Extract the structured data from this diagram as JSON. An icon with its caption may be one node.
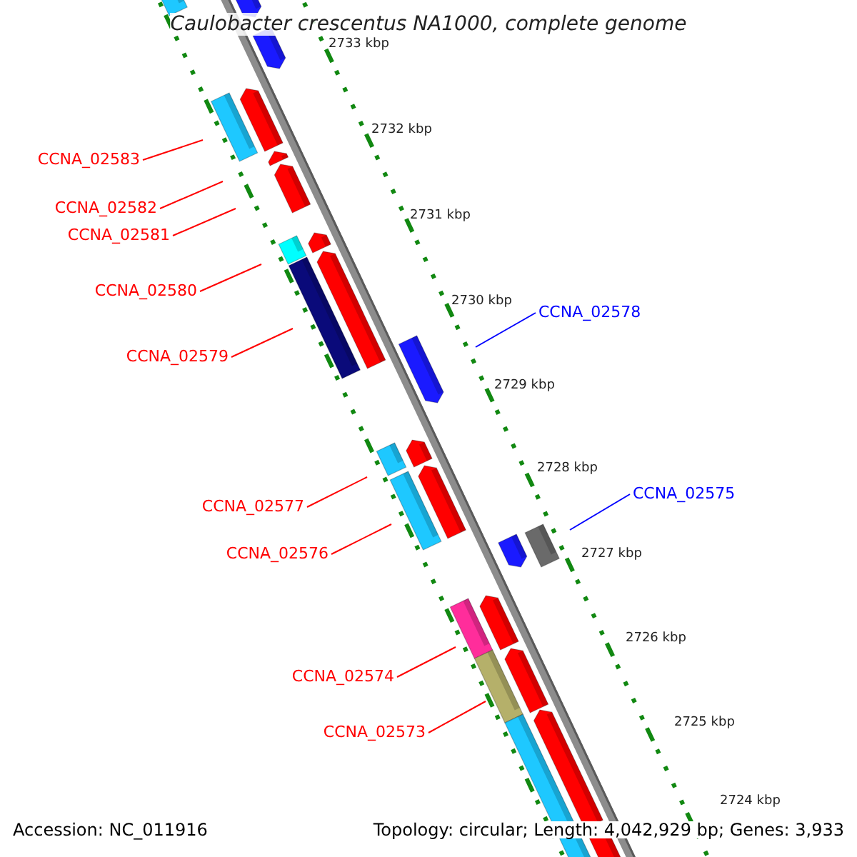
{
  "diagram": {
    "title": "Caulobacter crescentus NA1000, complete genome",
    "nodes": [
      {
        "text": [
          "CCNA_02583"
        ]
      },
      {
        "text": [
          "CCNA_02582"
        ]
      },
      {
        "text": [
          "CCNA_02581"
        ]
      },
      {
        "text": [
          "CCNA_02580"
        ]
      },
      {
        "text": [
          "CCNA_02578"
        ]
      },
      {
        "text": [
          "CCNA_02579"
        ]
      },
      {
        "text": [
          "CCNA_02575"
        ]
      },
      {
        "text": [
          "CCNA_02577"
        ]
      },
      {
        "text": [
          "CCNA_02576"
        ]
      },
      {
        "text": [
          "CCNA_02574"
        ]
      },
      {
        "text": [
          "CCNA_02573"
        ]
      }
    ],
    "edges": [
      {
        "from": 0,
        "to": null,
        "arrow": "none"
      },
      {
        "from": 1,
        "to": null,
        "arrow": "none"
      },
      {
        "from": 2,
        "to": null,
        "arrow": "none"
      },
      {
        "from": 3,
        "to": null,
        "arrow": "none"
      },
      {
        "from": 4,
        "to": null,
        "arrow": "none",
        "color": "#0000ff"
      },
      {
        "from": 5,
        "to": null,
        "arrow": "none"
      },
      {
        "from": 6,
        "to": null,
        "arrow": "none",
        "color": "#0000ff"
      },
      {
        "from": 7,
        "to": null,
        "arrow": "none"
      },
      {
        "from": 8,
        "to": null,
        "arrow": "none"
      },
      {
        "from": 9,
        "to": null,
        "arrow": "none"
      },
      {
        "from": 10,
        "to": null,
        "arrow": "none"
      }
    ],
    "labels": [
      "2733 kbp",
      "2732 kbp",
      "2731 kbp",
      "2730 kbp",
      "2729 kbp",
      "2728 kbp",
      "2727 kbp",
      "2726 kbp",
      "2725 kbp",
      "2724 kbp",
      "Accession: NC_011916",
      "Topology: circular; Length: 4,042,929 bp; Genes: 3,933"
    ]
  }
}
